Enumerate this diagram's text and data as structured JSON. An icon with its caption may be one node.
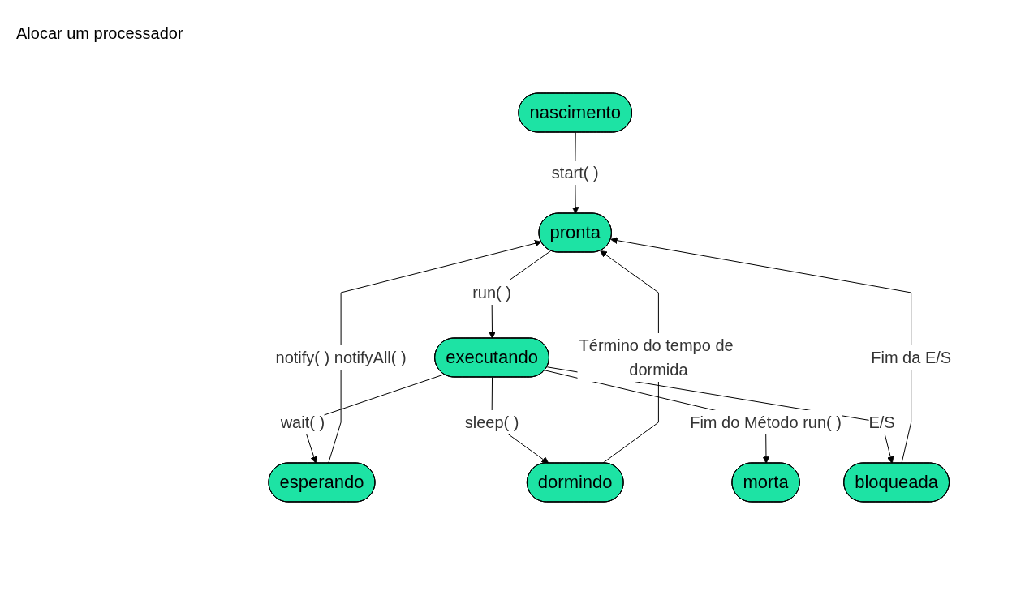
{
  "diagram": {
    "nodes": [
      {
        "text": [
          "nascimento"
        ]
      },
      {
        "text": [
          "pronta"
        ]
      },
      {
        "text": [
          "executando"
        ]
      },
      {
        "text": [
          "esperando"
        ]
      },
      {
        "text": [
          "dormindo"
        ]
      },
      {
        "text": [
          "morta"
        ]
      },
      {
        "text": [
          "bloqueada"
        ]
      }
    ],
    "edges": [
      {
        "from": 0,
        "to": 1,
        "arrow": "to",
        "label": "start( )"
      },
      {
        "from": 1,
        "to": 2,
        "arrow": "to",
        "label": "run( )"
      },
      {
        "from": 2,
        "to": 3,
        "arrow": "to",
        "label": "wait( )"
      },
      {
        "from": 2,
        "to": 4,
        "arrow": "to",
        "label": "sleep( )"
      },
      {
        "from": 2,
        "to": 5,
        "arrow": "to",
        "label": "Fim do Método run( )"
      },
      {
        "from": 2,
        "to": 6,
        "arrow": "to",
        "label": "E/S"
      },
      {
        "from": 3,
        "to": 1,
        "arrow": "to",
        "label": "notify( ) notifyAll( )"
      },
      {
        "from": 4,
        "to": 1,
        "arrow": "to",
        "label": "Término do tempo de dormida"
      },
      {
        "from": 6,
        "to": 1,
        "arrow": "to",
        "label": "Fim da E/S"
      }
    ],
    "labels": [
      "Alocar um processador"
    ]
  }
}
